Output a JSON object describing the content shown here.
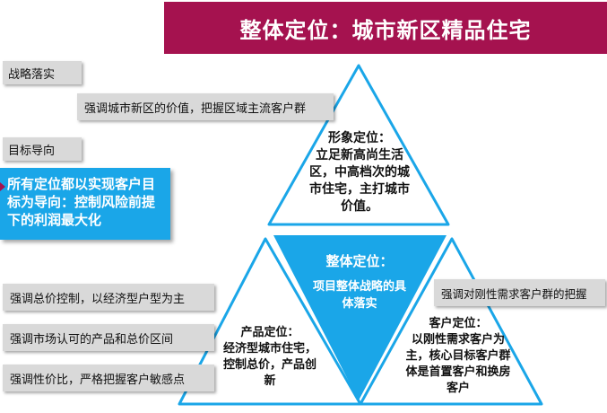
{
  "title": "整体定位：城市新区精品住宅",
  "labels": {
    "strategy": "战略落实",
    "strategy_desc": "强调城市新区的价值，把握区域主流客户群",
    "goal": "目标导向",
    "goal_desc": "所有定位都以实现客户目标为导向：控制风险前提下的利润最大化",
    "left1": "强调总价控制，以经济型户型为主",
    "left2": "强调市场认可的产品和总价区间",
    "left3": "强调性价比，严格把握客户敏感点",
    "right1": "强调对刚性需求客户群的把握"
  },
  "triangles": {
    "top": {
      "heading": "形象定位：",
      "body": "立足新高尚生活区，中高档次的城市住宅，主打城市价值。"
    },
    "center": {
      "heading": "整体定位：",
      "body": "项目整体战略的具体落实"
    },
    "left": {
      "heading": "产品定位：",
      "body": "经济型城市住宅，控制总价，产品创新"
    },
    "right": {
      "heading": "客户定位：",
      "body": "以刚性需求客户为主，核心目标客户群体是首置客户和换房客户"
    }
  },
  "colors": {
    "title_bg": "#a5124f",
    "blue": "#1aa6e8",
    "triangle_stroke": "#1aa6e8",
    "label_bg": "#d9d9d9"
  }
}
